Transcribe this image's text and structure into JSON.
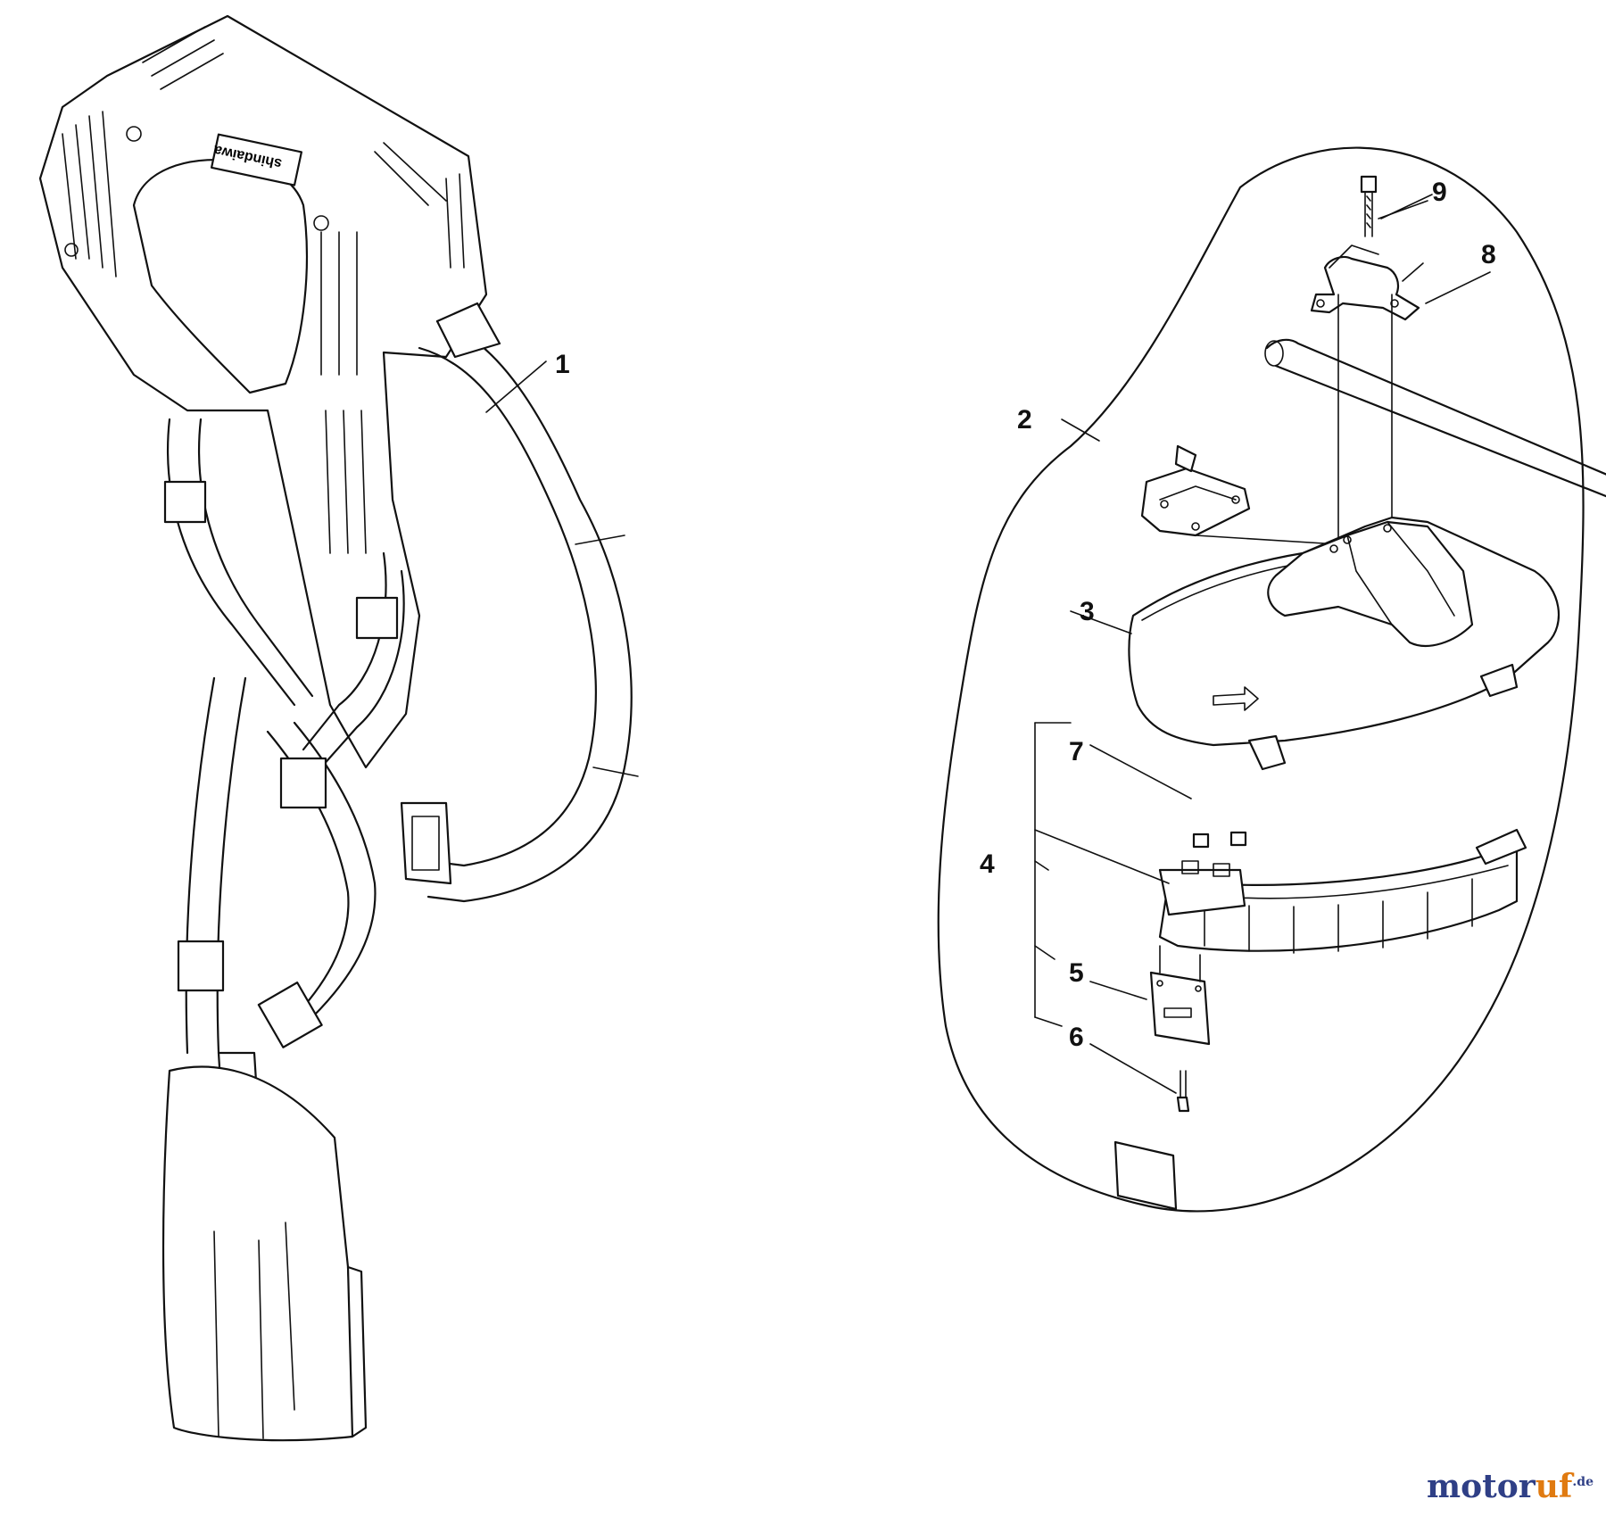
{
  "diagram": {
    "callouts": [
      "1",
      "2",
      "3",
      "4",
      "5",
      "6",
      "7",
      "8",
      "9"
    ],
    "harness_brand": "shindaiwa"
  },
  "watermark": {
    "main": "motor",
    "accent": "uf",
    "tld": ".de",
    "colors": {
      "main": "#2f3f86",
      "accent": "#e07a10"
    }
  }
}
